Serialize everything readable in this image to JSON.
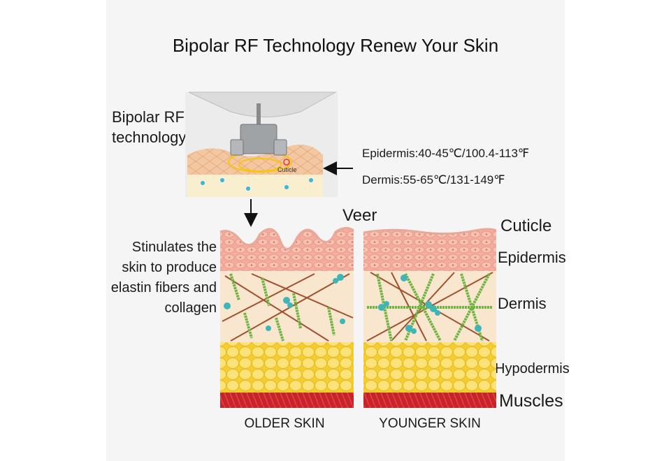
{
  "title": "Bipolar RF Technology Renew Your Skin",
  "rf_label": [
    "Bipolar RF",
    "technology"
  ],
  "device_tag": "Cuticle",
  "temps": {
    "epidermis": "Epidermis:40-45℃/100.4-113℉",
    "dermis": "Dermis:55-65℃/131-149℉"
  },
  "effect_text": "Stinulates the skin to produce elastin fibers and collagen",
  "veer": "Veer",
  "layers": {
    "cuticle": "Cuticle",
    "epidermis": "Epidermis",
    "dermis": "Dermis",
    "hypodermis": "Hypodermis",
    "muscles": "Muscles"
  },
  "captions": {
    "older": "OLDER SKIN",
    "younger": "YOUNGER SKIN"
  },
  "colors": {
    "cuticle": "#f1c2b4",
    "epidermis": "#f4ad9d",
    "dermis": "#f8e6cf",
    "hypodermis": "#f7d84a",
    "muscle": "#c9232a",
    "fiber_brown": "#a0522d",
    "fiber_green": "#6db33f",
    "cell_teal": "#3fb5b8"
  }
}
